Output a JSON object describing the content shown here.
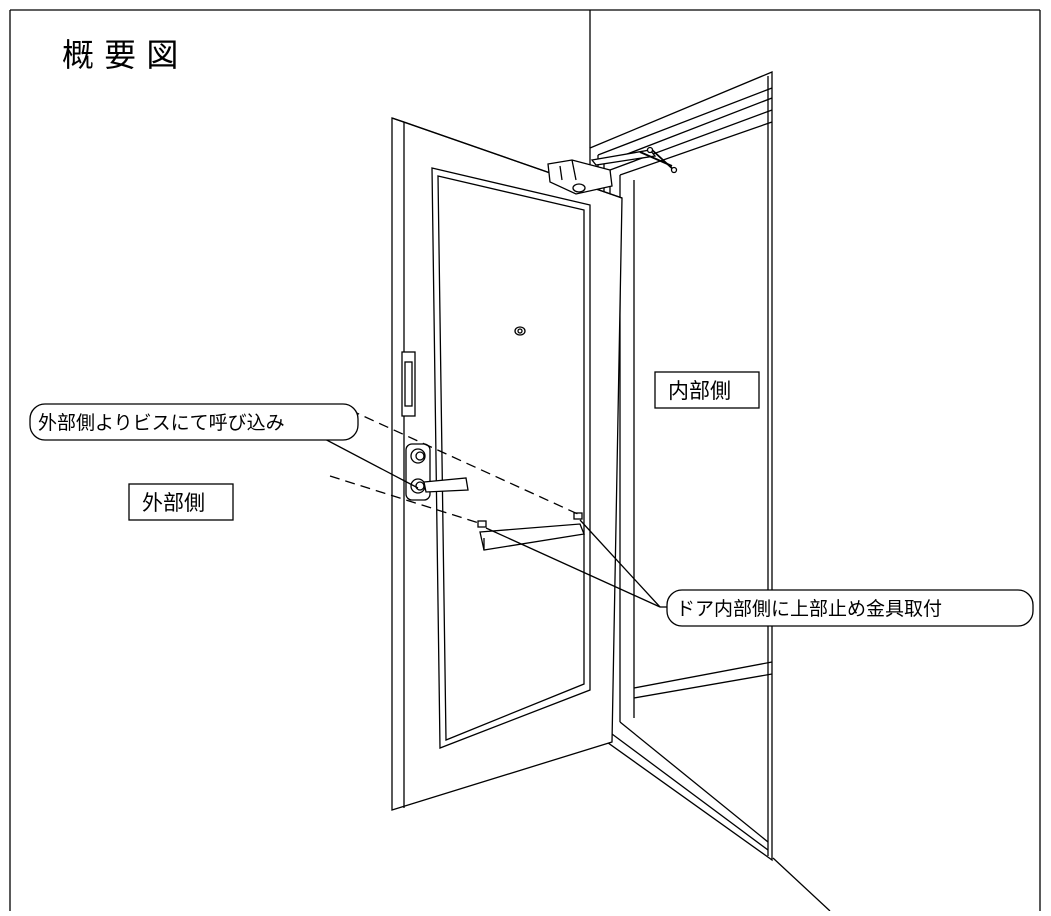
{
  "title": "概 要 図",
  "labels": {
    "outside": "外部側",
    "inside": "内部側"
  },
  "callouts": {
    "screw": "外部側よりビスにて呼び込み",
    "bracket": "ドア内部側に上部止め金具取付"
  }
}
